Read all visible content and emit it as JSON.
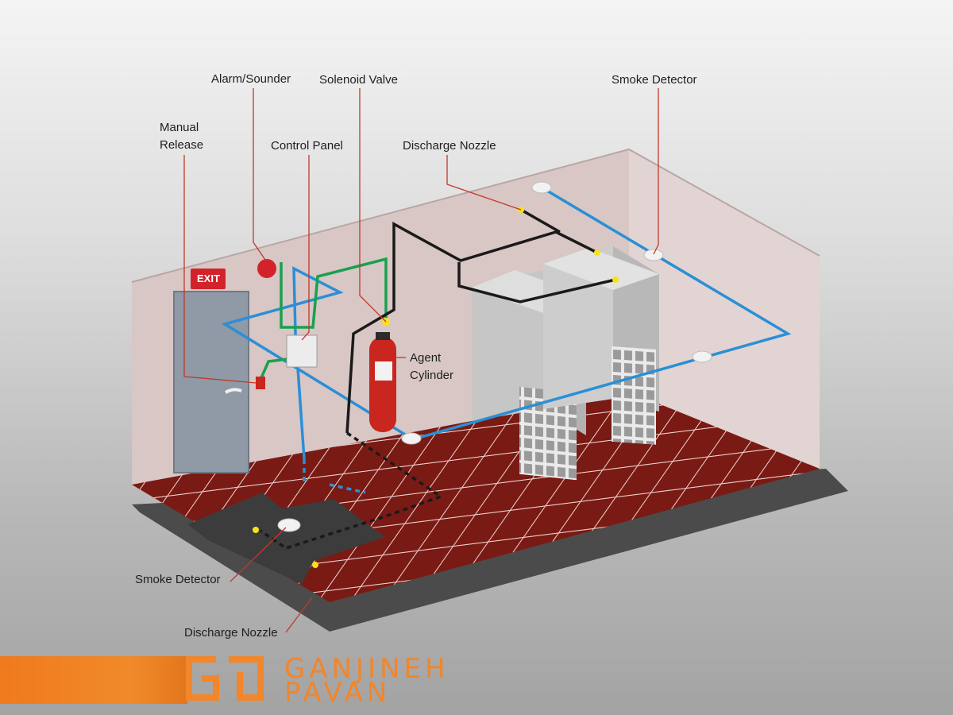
{
  "labels": {
    "alarm_sounder": "Alarm/Sounder",
    "solenoid_valve": "Solenoid Valve",
    "smoke_detector_top": "Smoke Detector",
    "manual_release": "Manual Release",
    "control_panel": "Control Panel",
    "discharge_nozzle_top": "Discharge Nozzle",
    "agent_cylinder": "Agent Cylinder",
    "smoke_detector_bottom": "Smoke Detector",
    "discharge_nozzle_bottom": "Discharge Nozzle"
  },
  "signs": {
    "exit": "EXIT"
  },
  "brand": {
    "line1": "Ganjineh",
    "line2": "Pavan",
    "accent_color": "#f07a1e"
  },
  "colors": {
    "detection_wire": "#2a8fd6",
    "control_wire": "#19a050",
    "agent_pipe": "#1a1a1a",
    "cylinder": "#c8261e",
    "floor_tile": "#7a1a14",
    "leader_line": "#c0392b"
  }
}
